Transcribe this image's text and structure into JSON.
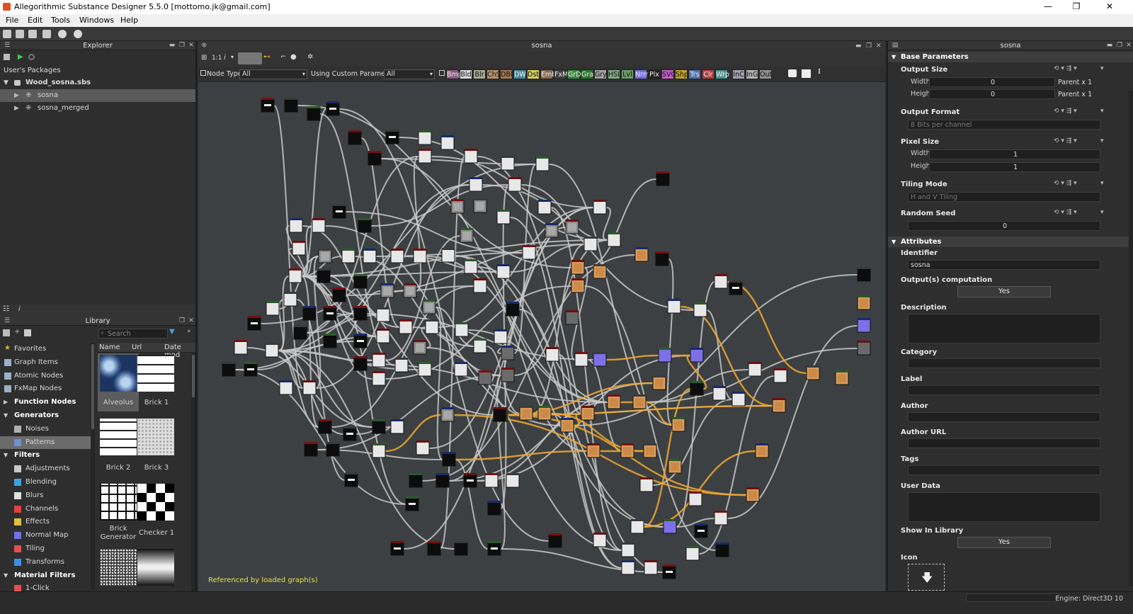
{
  "window": {
    "title": "Allegorithmic Substance Designer 5.5.0 [mottomo.jk@gmail.com]",
    "minimize": "—",
    "restore": "❐",
    "close": "✕"
  },
  "menu": [
    "File",
    "Edit",
    "Tools",
    "Windows",
    "Help"
  ],
  "explorer": {
    "title": "Explorer",
    "root_label": "User's Packages",
    "package": "Wood_sosna.sbs",
    "graphs": [
      "sosna",
      "sosna_merged"
    ]
  },
  "library": {
    "title": "Library",
    "search_placeholder": "Search",
    "columns": [
      "Name",
      "Url",
      "Date mod"
    ],
    "categories": [
      {
        "label": "Favorites",
        "bold": false,
        "icon": "star-icon",
        "color": "#e0b030"
      },
      {
        "label": "Graph Items",
        "bold": false,
        "icon": "graph-items-icon",
        "color": "#9ab0c8"
      },
      {
        "label": "Atomic Nodes",
        "bold": false,
        "icon": "atomic-icon",
        "color": "#9ab0c8"
      },
      {
        "label": "FxMap Nodes",
        "bold": false,
        "icon": "fxmap-icon",
        "color": "#9ab0c8"
      },
      {
        "label": "Function Nodes",
        "bold": true,
        "icon": "",
        "color": ""
      },
      {
        "label": "Generators",
        "bold": true,
        "icon": "",
        "color": ""
      },
      {
        "label": "Noises",
        "bold": false,
        "icon": "noise-icon",
        "color": "#b0b0b0"
      },
      {
        "label": "Patterns",
        "bold": false,
        "icon": "patterns-icon",
        "color": "#7090d0"
      },
      {
        "label": "Filters",
        "bold": true,
        "icon": "",
        "color": ""
      },
      {
        "label": "Adjustments",
        "bold": false,
        "icon": "adjustments-icon",
        "color": "#c8c8c8"
      },
      {
        "label": "Blending",
        "bold": false,
        "icon": "blending-icon",
        "color": "#40a0e0"
      },
      {
        "label": "Blurs",
        "bold": false,
        "icon": "blurs-icon",
        "color": "#e0e0e0"
      },
      {
        "label": "Channels",
        "bold": false,
        "icon": "channels-icon",
        "color": "#e04040"
      },
      {
        "label": "Effects",
        "bold": false,
        "icon": "effects-icon",
        "color": "#e0c040"
      },
      {
        "label": "Normal Map",
        "bold": false,
        "icon": "normalmap-icon",
        "color": "#7070e0"
      },
      {
        "label": "Tiling",
        "bold": false,
        "icon": "tiling-icon",
        "color": "#e05050"
      },
      {
        "label": "Transforms",
        "bold": false,
        "icon": "transforms-icon",
        "color": "#4090e0"
      },
      {
        "label": "Material Filters",
        "bold": true,
        "icon": "",
        "color": ""
      },
      {
        "label": "1-Click",
        "bold": false,
        "icon": "oneclick-icon",
        "color": "#e05050"
      }
    ],
    "thumbnails": [
      "Alveolus",
      "Brick 1",
      "Brick 2",
      "Brick 3",
      "Brick Generator",
      "Checker 1",
      "",
      ""
    ]
  },
  "graph": {
    "title": "sosna",
    "zoom_label": "1:1",
    "node_type_label": "Node Type",
    "node_type_value": "All",
    "custom_params_label": "Using Custom Parameters",
    "custom_params_value": "All",
    "filters": [
      {
        "label": "Bmp",
        "color": "#8a5a7a"
      },
      {
        "label": "Bld",
        "color": "#d8d8d8"
      },
      {
        "label": "Blr",
        "color": "#a8a890"
      },
      {
        "label": "ChS",
        "color": "#b8906a"
      },
      {
        "label": "DBl",
        "color": "#a07850"
      },
      {
        "label": "DW",
        "color": "#4a8aa0"
      },
      {
        "label": "Dst",
        "color": "#d0d060"
      },
      {
        "label": "Emb",
        "color": "#8a6a50"
      },
      {
        "label": "FxM",
        "color": "#404040"
      },
      {
        "label": "GrD",
        "color": "#3a8a3a"
      },
      {
        "label": "Gra",
        "color": "#2a7a2a"
      },
      {
        "label": "Gry",
        "color": "#a0a0a0"
      },
      {
        "label": "HSL",
        "color": "#80a880"
      },
      {
        "label": "Lvl",
        "color": "#6a9a6a"
      },
      {
        "label": "Nrm",
        "color": "#7070e0"
      },
      {
        "label": "Plx",
        "color": "#202020"
      },
      {
        "label": "SVG",
        "color": "#c060c0"
      },
      {
        "label": "Shp",
        "color": "#c0a030"
      },
      {
        "label": "Trs",
        "color": "#5070b0"
      },
      {
        "label": "Clr",
        "color": "#b04040"
      },
      {
        "label": "Wrp",
        "color": "#509090"
      },
      {
        "label": "InC",
        "color": "#a0a0b0"
      },
      {
        "label": "InG",
        "color": "#b0b0b0"
      },
      {
        "label": "Out",
        "color": "#909090"
      }
    ],
    "referenced_text": "Referenced by loaded graph(s)"
  },
  "properties": {
    "title": "sosna",
    "base_section": "Base Parameters",
    "output_size": {
      "label": "Output Size",
      "width_label": "Width",
      "width_value": "0",
      "height_label": "Height",
      "height_value": "0",
      "width_mode": "Parent x 1",
      "height_mode": "Parent x 1"
    },
    "output_format": {
      "label": "Output Format",
      "value": "8 Bits per channel"
    },
    "pixel_size": {
      "label": "Pixel Size",
      "width_label": "Width",
      "width_value": "1",
      "height_label": "Height",
      "height_value": "1"
    },
    "tiling_mode": {
      "label": "Tiling Mode",
      "value": "H and V Tiling"
    },
    "random_seed": {
      "label": "Random Seed",
      "value": "0"
    },
    "attributes_section": "Attributes",
    "identifier": {
      "label": "Identifier",
      "value": "sosna"
    },
    "outputs_computation": {
      "label": "Output(s) computation",
      "value": "Yes"
    },
    "description_label": "Description",
    "category_label": "Category",
    "label_label": "Label",
    "author_label": "Author",
    "author_url_label": "Author URL",
    "tags_label": "Tags",
    "user_data_label": "User Data",
    "show_in_library": {
      "label": "Show In Library",
      "value": "Yes"
    },
    "icon_label": "Icon"
  },
  "status": {
    "engine": "Engine: Direct3D 10"
  },
  "colors": {
    "canvas_bg": "#3c4042",
    "link_gray": "#c8c8c8",
    "link_orange": "#f0a830",
    "accent_text": "#e6e04a"
  }
}
